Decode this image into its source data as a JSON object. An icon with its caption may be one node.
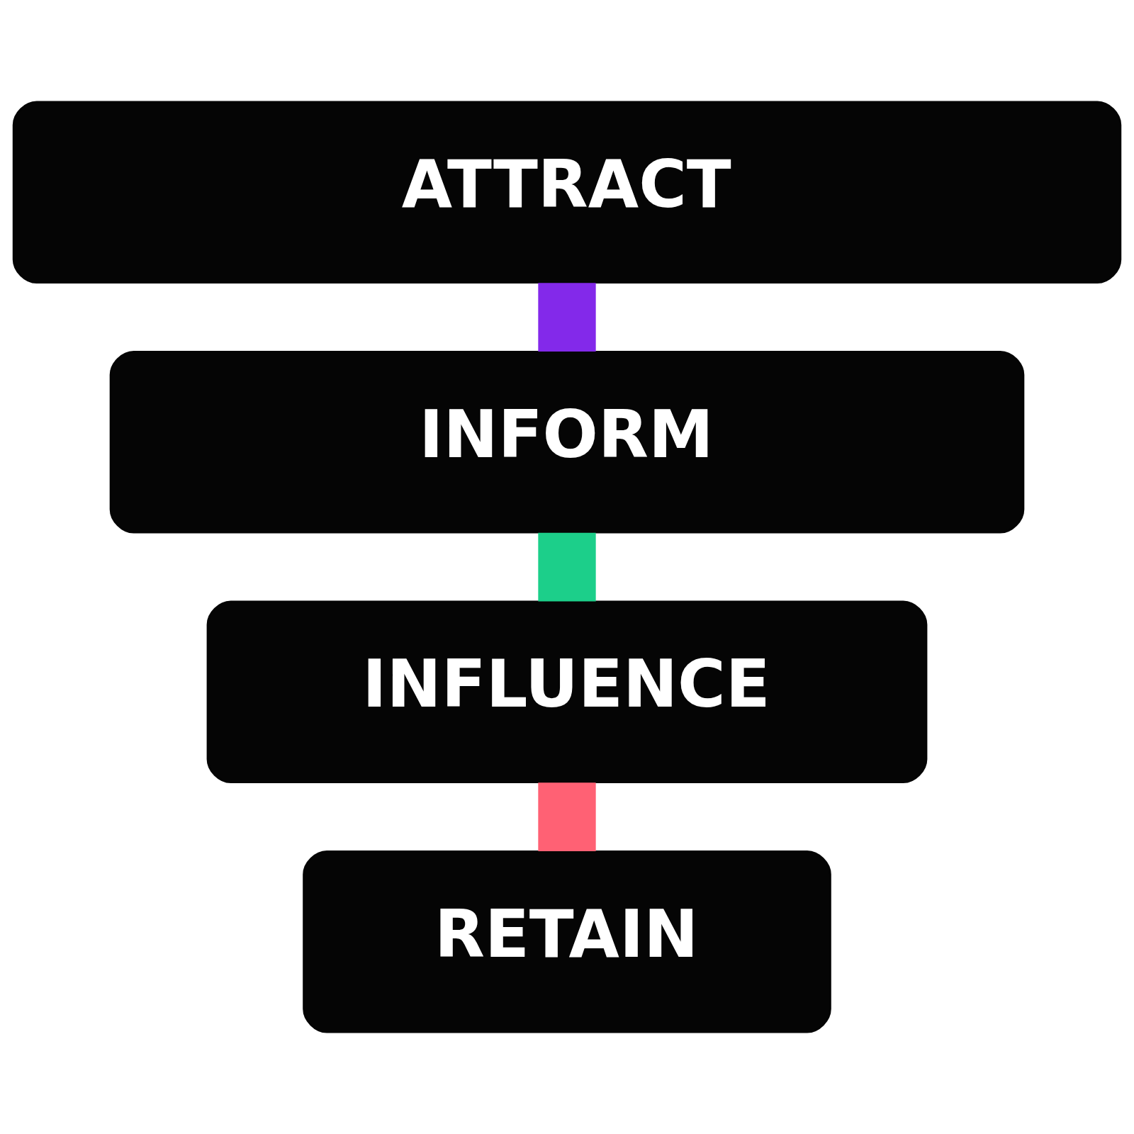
{
  "diagram": {
    "nodes": [
      {
        "text": [
          "ATTRACT"
        ]
      },
      {
        "text": [
          "INFORM"
        ]
      },
      {
        "text": [
          "INFLUENCE"
        ]
      },
      {
        "text": [
          "RETAIN"
        ]
      }
    ],
    "edges": [
      {
        "from": 0,
        "to": 1,
        "arrow": "none",
        "color": "#8329ea"
      },
      {
        "from": 1,
        "to": 2,
        "arrow": "none",
        "color": "#1ccf8a"
      },
      {
        "from": 2,
        "to": 3,
        "arrow": "none",
        "color": "#ff6174"
      }
    ]
  }
}
